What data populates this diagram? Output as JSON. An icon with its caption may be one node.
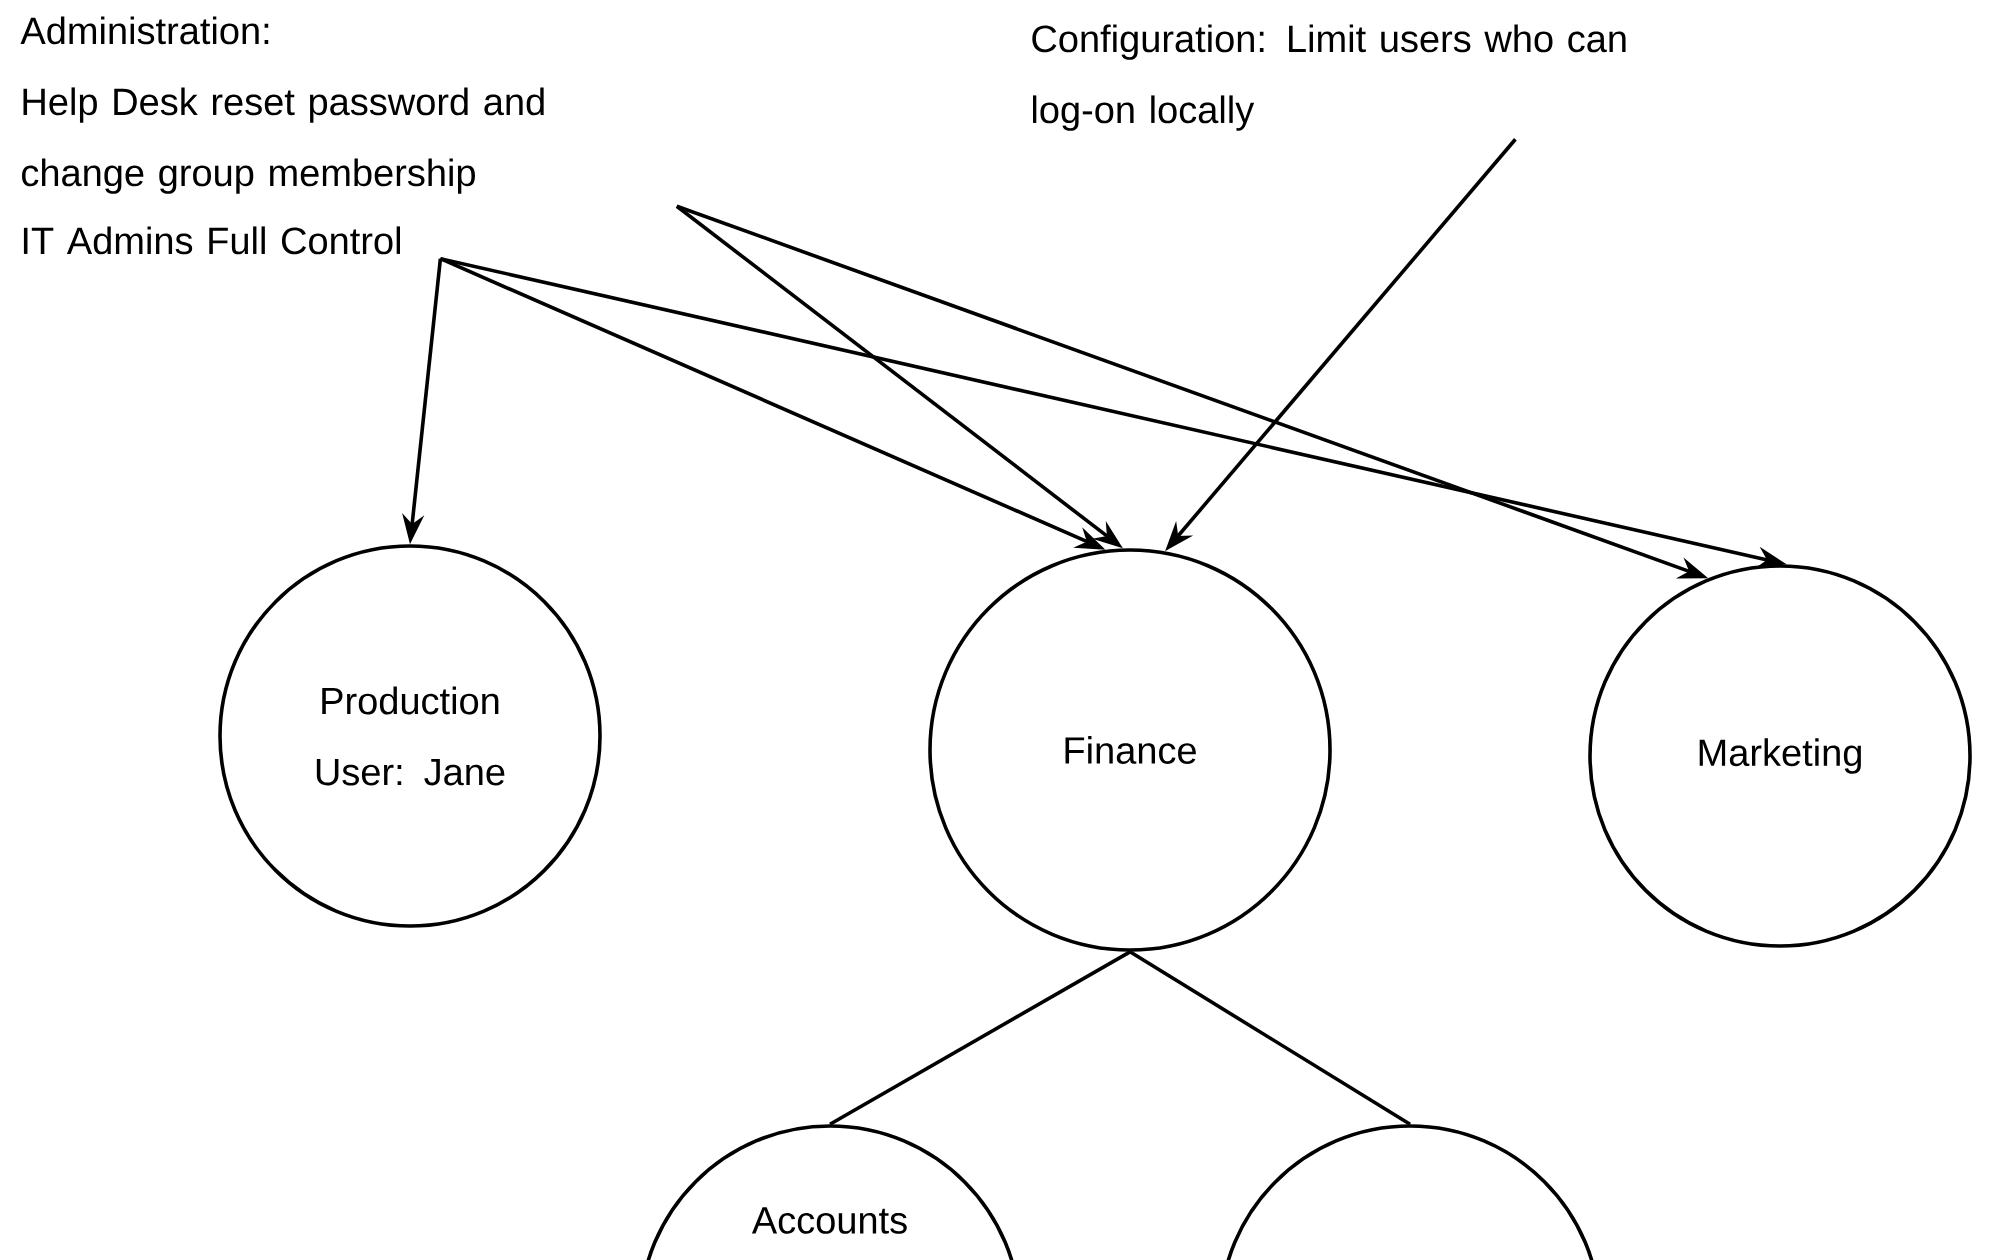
{
  "diagram": {
    "nodes": [
      {
        "text": [
          "Administration:",
          "Help Desk reset password and change group membership"
        ]
      },
      {
        "text": [
          "IT Admins Full Control"
        ]
      },
      {
        "text": [
          "Configuration: Limit users who can log-on locally"
        ]
      },
      {
        "text": [
          "Production User: Jane"
        ]
      },
      {
        "text": [
          "Finance"
        ]
      },
      {
        "text": [
          "Marketing"
        ]
      },
      {
        "text": [
          "Accounts"
        ]
      },
      {
        "text": [],
        "shape": "circle"
      }
    ],
    "edges": [
      {
        "from": 0,
        "to": 4,
        "arrow": "to"
      },
      {
        "from": 0,
        "to": 5,
        "arrow": "to"
      },
      {
        "from": 1,
        "to": 3,
        "arrow": "to"
      },
      {
        "from": 1,
        "to": 4,
        "arrow": "to"
      },
      {
        "from": 1,
        "to": 5,
        "arrow": "to"
      },
      {
        "from": 2,
        "to": 4,
        "arrow": "to"
      },
      {
        "from": 4,
        "to": 6,
        "arrow": "none"
      },
      {
        "from": 4,
        "to": 7,
        "arrow": "none"
      }
    ]
  }
}
